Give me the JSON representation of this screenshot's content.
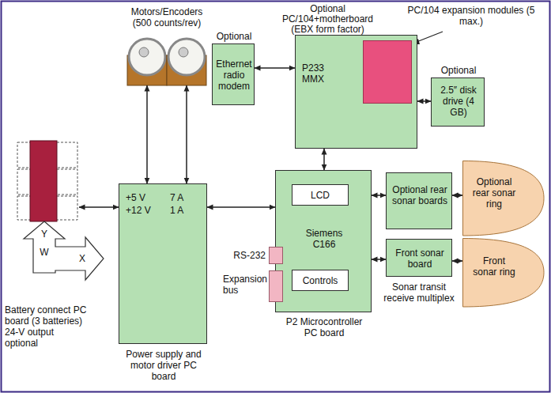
{
  "diagram": {
    "nodes": [
      {
        "text": [
          "Motors/Encoders (500 counts/rev)"
        ]
      },
      {
        "text": [
          "Optional",
          "Ethernet radio modem"
        ]
      },
      {
        "text": [
          "Optional PC/104+motherboard (EBX form factor)",
          "P233 MMX"
        ]
      },
      {
        "text": [
          "Optional",
          "2.5″ disk drive (4 GB)"
        ]
      },
      {
        "text": [
          "Battery connect PC board (3 batteries) 24-V output optional"
        ]
      },
      {
        "text": [
          "+5 V",
          "7 A",
          "+12 V",
          "1 A",
          "Power supply and motor driver PC board"
        ]
      },
      {
        "text": [
          "Siemens C166",
          "P2 Microcontroller PC board"
        ]
      },
      {
        "text": [
          "LCD"
        ],
        "in": 6
      },
      {
        "text": [
          "Controls"
        ],
        "in": 6
      },
      {
        "text": [
          "RS-232"
        ]
      },
      {
        "text": [
          "Expansion bus"
        ]
      },
      {
        "text": [
          "Optional rear sonar boards"
        ]
      },
      {
        "text": [
          "Optional rear sonar ring"
        ]
      },
      {
        "text": [
          "Front sonar board"
        ]
      },
      {
        "text": [
          "Front sonar ring"
        ]
      }
    ],
    "edges": [
      {
        "from": 4,
        "to": 5,
        "arrow": "both"
      },
      {
        "from": 0,
        "to": 5,
        "arrow": "both"
      },
      {
        "from": 0,
        "to": 5,
        "arrow": "both"
      },
      {
        "from": 5,
        "to": 6,
        "arrow": "both"
      },
      {
        "from": 1,
        "to": 2,
        "arrow": "both"
      },
      {
        "from": 2,
        "to": 3,
        "arrow": "both"
      },
      {
        "from": 2,
        "to": 6,
        "arrow": "both"
      },
      {
        "from": 6,
        "to": 11,
        "arrow": "both"
      },
      {
        "from": 6,
        "to": 13,
        "arrow": "both"
      },
      {
        "from": 11,
        "to": 12,
        "arrow": "both"
      },
      {
        "from": 13,
        "to": 14,
        "arrow": "both"
      }
    ],
    "labels": [
      "PC/104 expansion modules (5 max.)",
      "Y",
      "W",
      "X",
      "Sonar transit receive multiplex"
    ]
  }
}
